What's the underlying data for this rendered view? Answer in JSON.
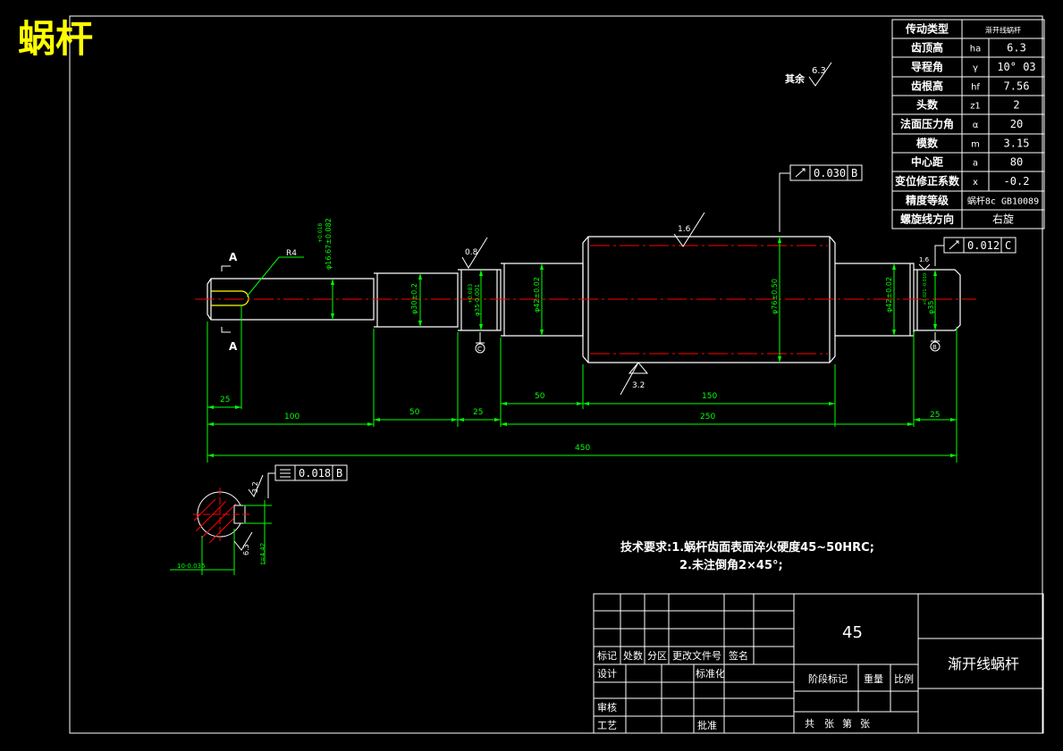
{
  "title": "蜗杆",
  "colors": {
    "background": "#000000",
    "outline": "#ffffff",
    "dimension": "#00ff00",
    "centerline": "#ff0000",
    "title": "#ffff00"
  },
  "params": [
    {
      "name": "传动类型",
      "sym": "",
      "value": "渐开线蜗杆"
    },
    {
      "name": "齿顶高",
      "sym": "ha",
      "value": "6.3"
    },
    {
      "name": "导程角",
      "sym": "γ",
      "value": "10° 03"
    },
    {
      "name": "齿根高",
      "sym": "hf",
      "value": "7.56"
    },
    {
      "name": "头数",
      "sym": "z1",
      "value": "2"
    },
    {
      "name": "法面压力角",
      "sym": "α",
      "value": "20"
    },
    {
      "name": "模数",
      "sym": "m",
      "value": "3.15"
    },
    {
      "name": "中心距",
      "sym": "a",
      "value": "80"
    },
    {
      "name": "变位修正系数",
      "sym": "x",
      "value": "-0.2"
    },
    {
      "name": "精度等级",
      "sym": "",
      "value": "蜗杆8c GB10089"
    },
    {
      "name": "螺旋线方向",
      "sym": "",
      "value": "右旋"
    }
  ],
  "surface_rest": {
    "label": "其余",
    "value": "6.3"
  },
  "tolerances": [
    {
      "id": "runout-main",
      "value": "0.030",
      "datum": "B"
    },
    {
      "id": "runout-right",
      "value": "0.012",
      "datum": "C"
    },
    {
      "id": "symmetry",
      "value": "0.018",
      "datum": "B"
    }
  ],
  "roughness": [
    "1.6",
    "0.8",
    "3.2",
    "1.6",
    "3.2",
    "6.3"
  ],
  "dims": {
    "r4": "R4",
    "d1": "φ16.67±0.082",
    "d1_tol": "+0.018",
    "d2": "φ30±0.2",
    "d3": "φ35-0.001",
    "d3_tol": "+0.083",
    "d4": "φ42±0.02",
    "d5": "φ76±0.50",
    "d6": "φ42±0.02",
    "d7": "φ35",
    "d7_tol": "+0.021 -0.010",
    "l25a": "25",
    "l100": "100",
    "l50": "50",
    "l25b": "25",
    "l50b": "50",
    "l150": "150",
    "l250": "250",
    "l25c": "25",
    "l450": "450",
    "key_w": "10-0.036",
    "key_d": "t=4.42"
  },
  "section_labels": [
    "A",
    "A"
  ],
  "datum_c": "C",
  "datum_b": "B",
  "tech_req": {
    "line1": "技术要求:1.蜗杆齿面表面淬火硬度45~50HRC;",
    "line2": "2.未注倒角2×45°;"
  },
  "title_block": {
    "material": "45",
    "part_name": "渐开线蜗杆",
    "labels": [
      "标记",
      "处数",
      "分区",
      "更改文件号",
      "签名",
      "设计",
      "标准化",
      "审核",
      "工艺",
      "批准",
      "阶段标记",
      "重量",
      "比例",
      "共",
      "张",
      "第",
      "张"
    ]
  }
}
